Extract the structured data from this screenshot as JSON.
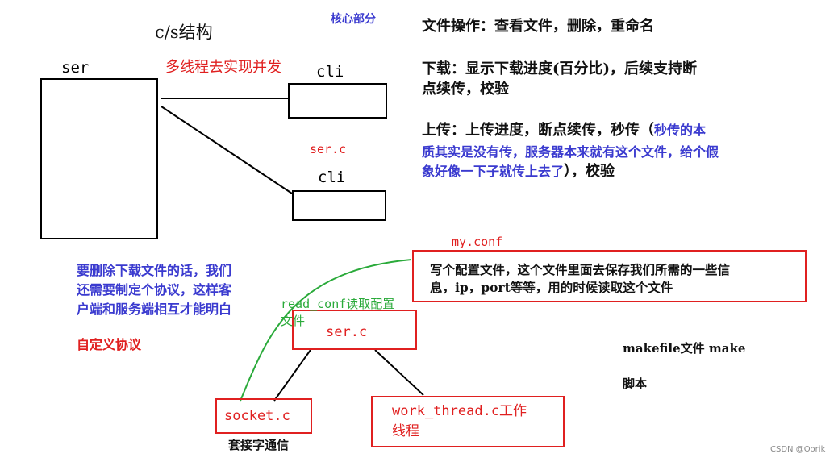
{
  "title": "c/s结构",
  "core_label": "核心部分",
  "ser_label": "ser",
  "multithread_note": "多线程去实现并发",
  "cli_top": "cli",
  "cli_bottom": "cli",
  "ser_c_label": "ser.c",
  "file_ops": "文件操作：查看文件，删除，重命名",
  "download_line1": "下载：显示下载进度(百分比)，后续支持断",
  "download_line2": "点续传，校验",
  "upload_prefix": "上传：上传进度，断点续传，秒传（",
  "upload_blue1": "秒传的本",
  "upload_blue2": "质其实是没有传，服务器本来就有这个文件，给个假",
  "upload_blue3": "象好像一下子就传上去了",
  "upload_suffix": "），校验",
  "my_conf_label": "my.conf",
  "config_box_line1": "写个配置文件，这个文件里面去保存我们所需的一些信",
  "config_box_line2": "息，ip，port等等，用的时候读取这个文件",
  "protocol_note_line1": "要删除下载文件的话，我们",
  "protocol_note_line2": "还需要制定个协议，这样客",
  "protocol_note_line3": "户端和服务端相互才能明白",
  "custom_protocol": "自定义协议",
  "read_conf_line1": "read_conf读取配置",
  "read_conf_line2": "文件",
  "ser_c_box": "ser.c",
  "socket_c_box": "socket.c",
  "socket_caption": "套接字通信",
  "work_thread_line1": "work_thread.c工作",
  "work_thread_line2": "线程",
  "makefile_note": "makefile文件  make",
  "script_note": "脚本",
  "watermark": "CSDN @Oorik",
  "colors": {
    "red": "#e02020",
    "blue": "#3a3acf",
    "green": "#2aaa3a",
    "black": "#111111"
  }
}
